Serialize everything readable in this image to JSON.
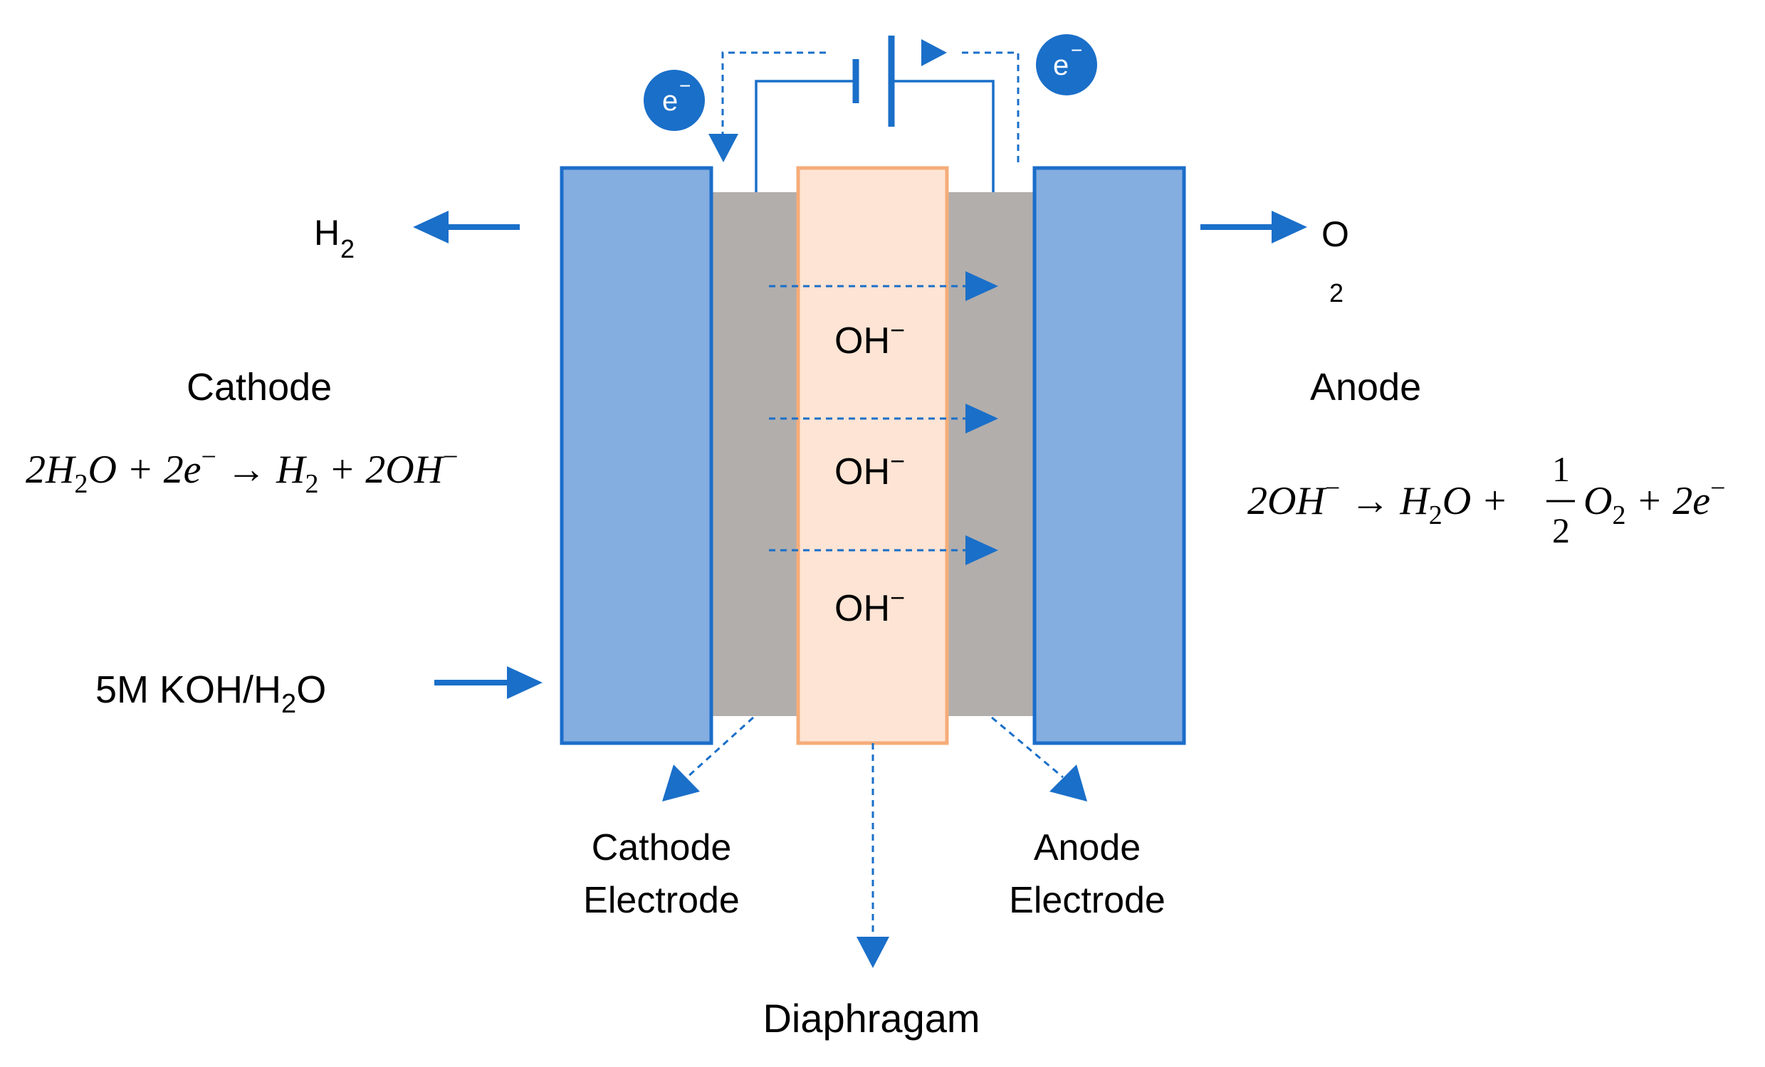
{
  "colors": {
    "electrode_fill": "#84ADE0",
    "electrode_stroke": "#1B6DC9",
    "electrolyte_fill": "#B2AEAC",
    "diaphragm_fill": "#FDE4D4",
    "diaphragm_stroke": "#F5AC79",
    "arrow": "#1A6FC9"
  },
  "electron": {
    "symbol": "e",
    "charge": "−"
  },
  "products": {
    "hydrogen": {
      "main": "H",
      "sub": "2"
    },
    "oxygen": {
      "main": "O",
      "sub": "2"
    }
  },
  "feed": {
    "prefix": "5M KOH/H",
    "sub": "2",
    "suffix": "O"
  },
  "ions": {
    "label": "OH",
    "charge": "−"
  },
  "cathode": {
    "title": "Cathode",
    "equation": {
      "t1": "2H",
      "s1": "2",
      "t2": "O + 2e",
      "sup1": "−",
      "t3": " → H",
      "s2": "2",
      "t4": " + 2OH",
      "sup2": "−"
    }
  },
  "anode": {
    "title": "Anode",
    "equation": {
      "t1": "2OH",
      "sup1": "−",
      "t2": " → H",
      "s1": "2",
      "t3": "O + ",
      "frac_num": "1",
      "frac_den": "2",
      "t4": "O",
      "s2": "2",
      "t5": " + 2e",
      "sup2": "−"
    }
  },
  "labels": {
    "cathode_electrode_l1": "Cathode",
    "cathode_electrode_l2": "Electrode",
    "anode_electrode_l1": "Anode",
    "anode_electrode_l2": "Electrode",
    "diaphragm": "Diaphragam"
  }
}
